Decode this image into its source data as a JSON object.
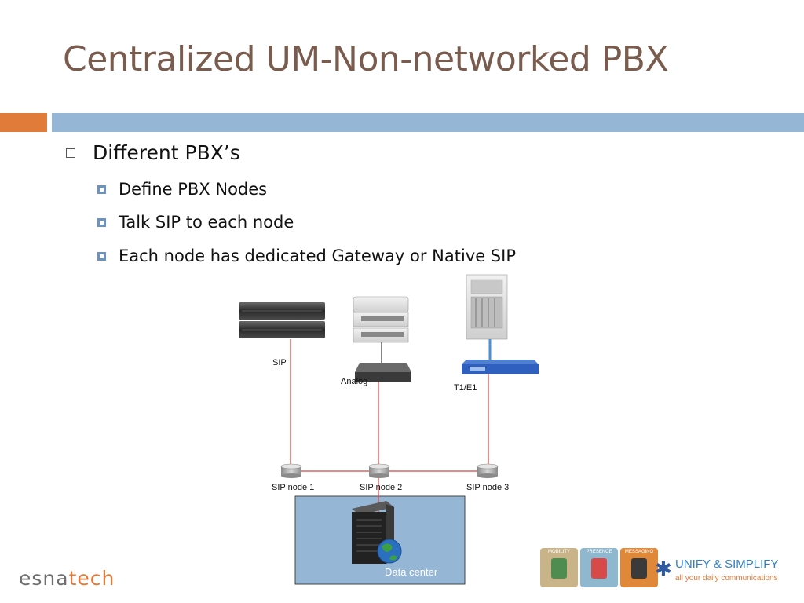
{
  "slide": {
    "title": "Centralized UM-Non-networked PBX",
    "bullets": {
      "level1": "Different PBX’s",
      "level2": [
        "Define PBX Nodes",
        "Talk SIP to each node",
        "Each node has dedicated Gateway or Native SIP"
      ]
    }
  },
  "diagram": {
    "labels": {
      "sip": "SIP",
      "analog": "Analog",
      "t1e1": "T1/E1",
      "node1": "SIP node 1",
      "node2": "SIP node 2",
      "node3": "SIP node 3",
      "datacenter": "Data center"
    },
    "colors": {
      "link": "#d94040",
      "t1_link": "#4a90d0",
      "datacenter_fill": "#95b6d5",
      "gateway": "#2f5fbf"
    }
  },
  "footer": {
    "logo_part1": "esna",
    "logo_part2": "tech",
    "tiles": [
      "MOBILITY",
      "PRESENCE",
      "MESSAGING"
    ],
    "unify_line1": "UNIFY & SIMPLIFY",
    "unify_line2": "all your daily communications"
  },
  "colors": {
    "title": "#7a5c4e",
    "accent_orange": "#e07b39",
    "accent_blue": "#95b6d5"
  }
}
